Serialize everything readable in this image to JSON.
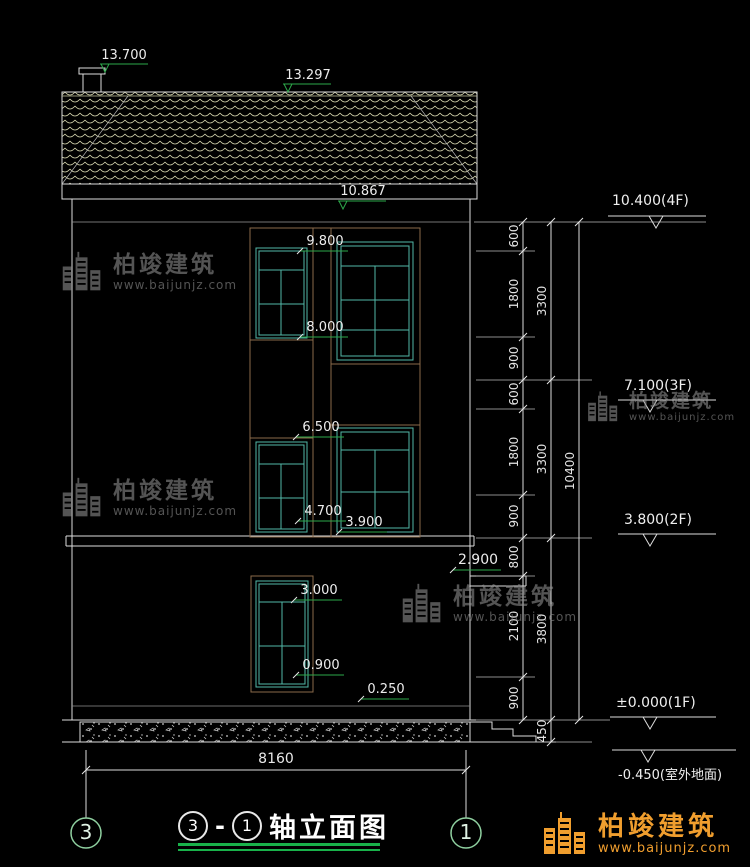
{
  "title": {
    "axis_left": "3",
    "dash": "-",
    "axis_right": "1",
    "text": "轴立面图"
  },
  "bottom": {
    "total_width": "8160",
    "axis_left": "3",
    "axis_right": "1"
  },
  "elev_tags": {
    "chimney": "13.700",
    "ridge": "13.297",
    "eave": "10.867",
    "w9800": "9.800",
    "w8000": "8.000",
    "w6500": "6.500",
    "w4700": "4.700",
    "w3900": "3.900",
    "w2900": "2.900",
    "w3000": "3.000",
    "w0900": "0.900",
    "w0250": "0.250"
  },
  "dims": {
    "chain_inner": [
      "600",
      "1800",
      "900",
      "600",
      "1800",
      "900",
      "800",
      "2100",
      "900"
    ],
    "chain_floor": [
      "3300",
      "3300",
      "3800",
      "450"
    ],
    "chain_total": [
      "10400"
    ]
  },
  "levels": [
    {
      "label": "10.400(4F)"
    },
    {
      "label": "7.100(3F)"
    },
    {
      "label": "3.800(2F)"
    },
    {
      "label": "±0.000(1F)"
    },
    {
      "label": "-0.450(室外地面)"
    }
  ],
  "watermark": {
    "name": "柏竣建筑",
    "url": "www.baijunjz.com"
  },
  "brand": {
    "name": "柏竣建筑",
    "url": "www.baijunjz.com"
  },
  "colors": {
    "line": "#e0e0e0",
    "window": "#52b8a8",
    "frame": "#8a6a4a",
    "green": "#19b24a",
    "orange": "#f09e2e",
    "tile": "#d8d8b0"
  }
}
